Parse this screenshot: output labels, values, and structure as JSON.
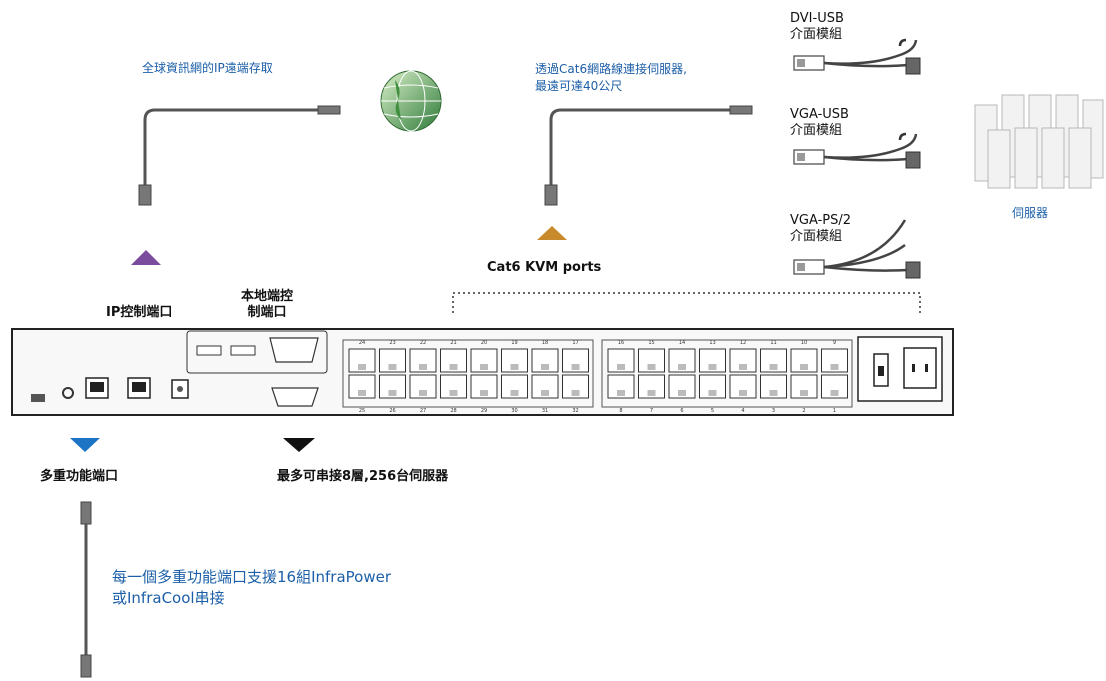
{
  "labels": {
    "internet_access": "全球資訊網的IP遠端存取",
    "cat6_connect_line1": "透過Cat6網路線連接伺服器,",
    "cat6_connect_line2": "最遠可達40公尺",
    "cat6_kvm_ports": "Cat6 KVM ports",
    "ip_port": "IP控制端口",
    "local_console_line1": "本地端控",
    "local_console_line2": "制端口",
    "multi_function_port": "多重功能端口",
    "cascade": "最多可串接8層,256台伺服器",
    "infra_line1": "每一個多重功能端口支援16組InfraPower",
    "infra_line2": "或InfraCool串接",
    "servers": "伺服器"
  },
  "modules": [
    {
      "line1": "DVI-USB",
      "line2": "介面模組"
    },
    {
      "line1": "VGA-USB",
      "line2": "介面模組"
    },
    {
      "line1": "VGA-PS/2",
      "line2": "介面模組"
    }
  ],
  "port_numbers": {
    "top_left": [
      "24",
      "23",
      "22",
      "21",
      "20",
      "19",
      "18",
      "17"
    ],
    "bottom_left": [
      "25",
      "26",
      "27",
      "28",
      "29",
      "30",
      "31",
      "32"
    ],
    "top_right": [
      "16",
      "15",
      "14",
      "13",
      "12",
      "11",
      "10",
      "9"
    ],
    "bottom_right": [
      "8",
      "7",
      "6",
      "5",
      "4",
      "3",
      "2",
      "1"
    ]
  },
  "colors": {
    "ip_arrow": "#7b4b9e",
    "cat6_arrow": "#c88a2a",
    "multi_arrow": "#1d73c4",
    "cascade_arrow": "#111111",
    "label_blue": "#1c5fa8"
  },
  "icons": [
    "globe-icon",
    "server-rack-icon",
    "power-switch-icon",
    "power-socket-icon"
  ]
}
